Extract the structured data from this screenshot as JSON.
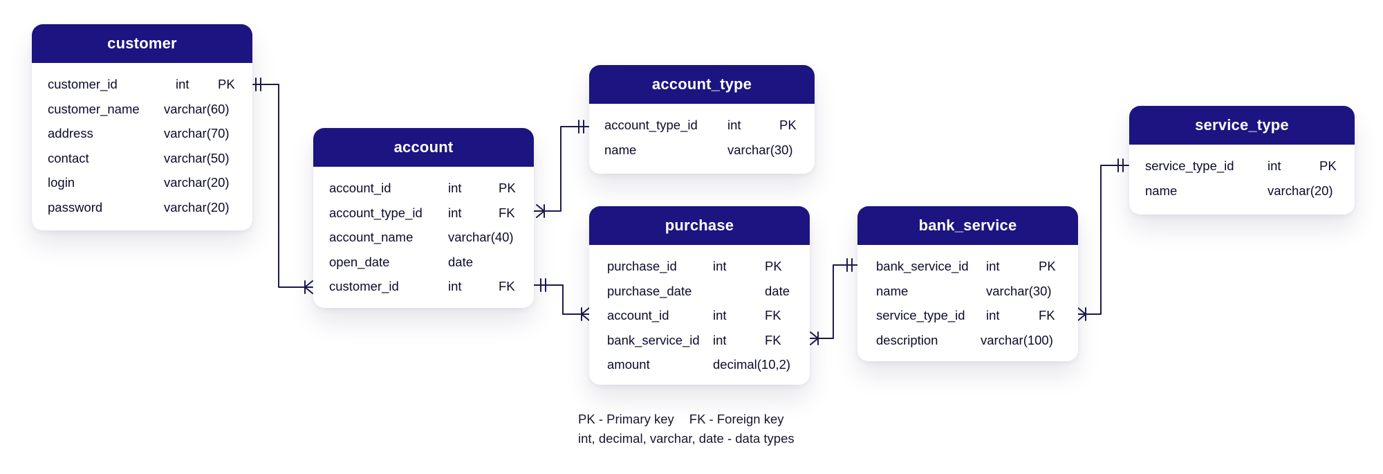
{
  "colors": {
    "header": "#1c1480",
    "line": "#1c1a4a",
    "text": "#0b0b2a"
  },
  "tables": [
    {
      "title": "customer",
      "rows": [
        {
          "name": "customer_id",
          "type": "int",
          "key": "PK"
        },
        {
          "name": "customer_name",
          "type": "varchar(60)",
          "key": ""
        },
        {
          "name": "address",
          "type": "varchar(70)",
          "key": ""
        },
        {
          "name": "contact",
          "type": "varchar(50)",
          "key": ""
        },
        {
          "name": "login",
          "type": "varchar(20)",
          "key": ""
        },
        {
          "name": "password",
          "type": "varchar(20)",
          "key": ""
        }
      ]
    },
    {
      "title": "account",
      "rows": [
        {
          "name": "account_id",
          "type": "int",
          "key": "PK"
        },
        {
          "name": "account_type_id",
          "type": "int",
          "key": "FK"
        },
        {
          "name": "account_name",
          "type": "varchar(40)",
          "key": ""
        },
        {
          "name": "open_date",
          "type": "date",
          "key": ""
        },
        {
          "name": "customer_id",
          "type": "int",
          "key": "FK"
        }
      ]
    },
    {
      "title": "account_type",
      "rows": [
        {
          "name": "account_type_id",
          "type": "int",
          "key": "PK"
        },
        {
          "name": "name",
          "type": "varchar(30)",
          "key": ""
        }
      ]
    },
    {
      "title": "purchase",
      "rows": [
        {
          "name": "purchase_id",
          "type": "int",
          "key": "PK"
        },
        {
          "name": "purchase_date",
          "type": "",
          "key": "date"
        },
        {
          "name": "account_id",
          "type": "int",
          "key": "FK"
        },
        {
          "name": "bank_service_id",
          "type": "int",
          "key": "FK"
        },
        {
          "name": "amount",
          "type": "decimal(10,2)",
          "key": ""
        }
      ]
    },
    {
      "title": "bank_service",
      "rows": [
        {
          "name": "bank_service_id",
          "type": "int",
          "key": "PK"
        },
        {
          "name": "name",
          "type": "varchar(30)",
          "key": ""
        },
        {
          "name": "service_type_id",
          "type": "int",
          "key": "FK"
        },
        {
          "name": "description",
          "type": "varchar(100)",
          "key": ""
        }
      ]
    },
    {
      "title": "service_type",
      "rows": [
        {
          "name": "service_type_id",
          "type": "int",
          "key": "PK"
        },
        {
          "name": "name",
          "type": "varchar(20)",
          "key": ""
        }
      ]
    }
  ],
  "legend": {
    "pk": "PK - Primary key",
    "fk": "FK - Foreign key",
    "types": "int, decimal, varchar, date - data types"
  }
}
